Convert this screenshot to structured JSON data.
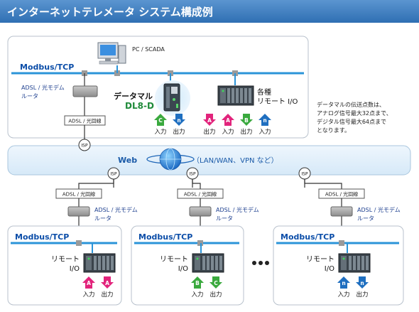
{
  "title": "インターネットテレメータ システム構成例",
  "colors": {
    "title_bar": "#3f7fc0",
    "bus": "#2b94d8",
    "bus_label": "#0b4da8",
    "adsl_label": "#1d3f8f",
    "web_label": "#1a5aa8",
    "data_logger_model": "#1f8a3a",
    "arrow_pink": "#e2247c",
    "arrow_green": "#3aa93e",
    "arrow_blue": "#1f6fc0"
  },
  "top_site": {
    "bus_label": "Modbus/TCP",
    "pc_label": "PC / SCADA",
    "router_label": "ADSL / 光モデム\nルータ",
    "line_box": "ADSL / 光回線",
    "isp": "ISP",
    "data_logger": {
      "name": "データマル",
      "model": "DL8-D",
      "io": [
        {
          "letter": "C",
          "label": "入力",
          "color": "green",
          "dir": "up"
        },
        {
          "letter": "n",
          "label": "出力",
          "color": "blue",
          "dir": "down"
        }
      ]
    },
    "remote": {
      "name": "各種\nリモート I/O",
      "io": [
        {
          "letter": "A",
          "label": "出力",
          "color": "pink",
          "dir": "down"
        },
        {
          "letter": "A",
          "label": "入力",
          "color": "pink",
          "dir": "up"
        },
        {
          "letter": "B",
          "label": "出力",
          "color": "green",
          "dir": "down"
        },
        {
          "letter": "n",
          "label": "入力",
          "color": "blue",
          "dir": "up"
        }
      ]
    }
  },
  "side_note": "データマルの伝送点数は、\nアナログ信号最大32点まで、\nデジタル信号最大64点まで\nとなります。",
  "web": {
    "label": "Web",
    "sub": "（LAN/WAN、VPN など）"
  },
  "bottom_sites": [
    {
      "isp": "ISP",
      "line_box": "ADSL / 光回線",
      "router_label": "ADSL / 光モデム\nルータ",
      "bus_label": "Modbus/TCP",
      "remote": "リモート\nI/O",
      "io": [
        {
          "letter": "A",
          "label": "入力",
          "color": "pink",
          "dir": "up"
        },
        {
          "letter": "A",
          "label": "出力",
          "color": "pink",
          "dir": "down"
        }
      ]
    },
    {
      "isp": "ISP",
      "line_box": "ADSL / 光回線",
      "router_label": "ADSL / 光モデム\nルータ",
      "bus_label": "Modbus/TCP",
      "remote": "リモート\nI/O",
      "io": [
        {
          "letter": "B",
          "label": "入力",
          "color": "green",
          "dir": "up"
        },
        {
          "letter": "C",
          "label": "出力",
          "color": "green",
          "dir": "down"
        }
      ]
    },
    {
      "isp": "ISP",
      "line_box": "ADSL / 光回線",
      "router_label": "ADSL / 光モデム\nルータ",
      "bus_label": "Modbus/TCP",
      "remote": "リモート\nI/O",
      "io": [
        {
          "letter": "n",
          "label": "入力",
          "color": "blue",
          "dir": "up"
        },
        {
          "letter": "n",
          "label": "出力",
          "color": "blue",
          "dir": "down"
        }
      ]
    }
  ]
}
